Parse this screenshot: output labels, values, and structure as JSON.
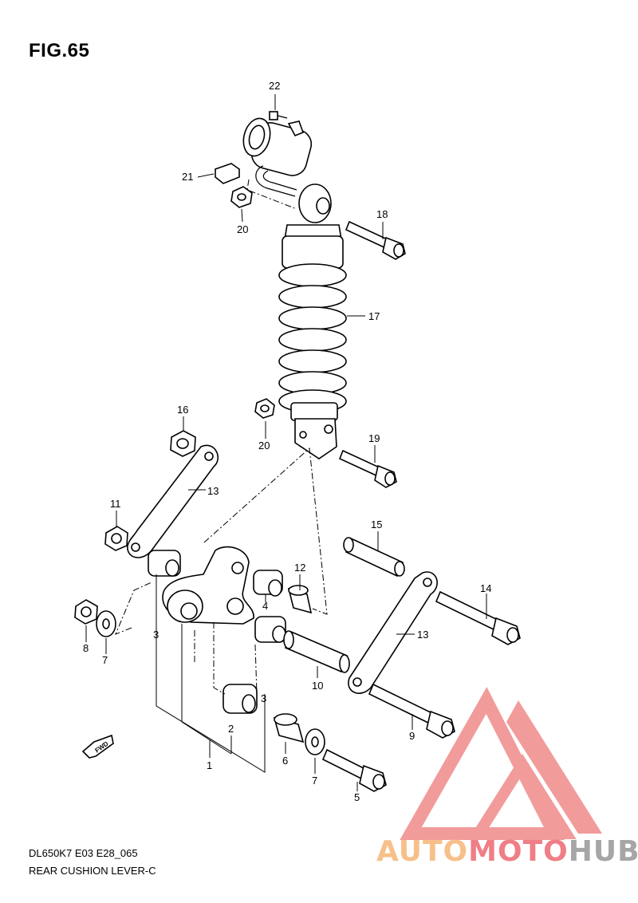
{
  "figure": {
    "title": "FIG.65",
    "model_code": "DL650K7 E03 E28_065",
    "diagram_name": "REAR CUSHION LEVER-C"
  },
  "direction_arrow": {
    "label": "FWD"
  },
  "callouts": [
    {
      "id": "c22",
      "text": "22"
    },
    {
      "id": "c21",
      "text": "21"
    },
    {
      "id": "c20a",
      "text": "20"
    },
    {
      "id": "c18",
      "text": "18"
    },
    {
      "id": "c17",
      "text": "17"
    },
    {
      "id": "c16",
      "text": "16"
    },
    {
      "id": "c20b",
      "text": "20"
    },
    {
      "id": "c19",
      "text": "19"
    },
    {
      "id": "c13a",
      "text": "13"
    },
    {
      "id": "c11",
      "text": "11"
    },
    {
      "id": "c15",
      "text": "15"
    },
    {
      "id": "c12",
      "text": "12"
    },
    {
      "id": "c4",
      "text": "4"
    },
    {
      "id": "c14",
      "text": "14"
    },
    {
      "id": "c8",
      "text": "8"
    },
    {
      "id": "c7a",
      "text": "7"
    },
    {
      "id": "c3a",
      "text": "3"
    },
    {
      "id": "c13b",
      "text": "13"
    },
    {
      "id": "c10",
      "text": "10"
    },
    {
      "id": "c3b",
      "text": "3"
    },
    {
      "id": "c2",
      "text": "2"
    },
    {
      "id": "c9",
      "text": "9"
    },
    {
      "id": "c1",
      "text": "1"
    },
    {
      "id": "c6",
      "text": "6"
    },
    {
      "id": "c7b",
      "text": "7"
    },
    {
      "id": "c5",
      "text": "5"
    }
  ],
  "watermark": {
    "part1": "AUTO",
    "part2": "MOTO",
    "part3": "HUB",
    "triangle_color": "#ef8a8a"
  }
}
